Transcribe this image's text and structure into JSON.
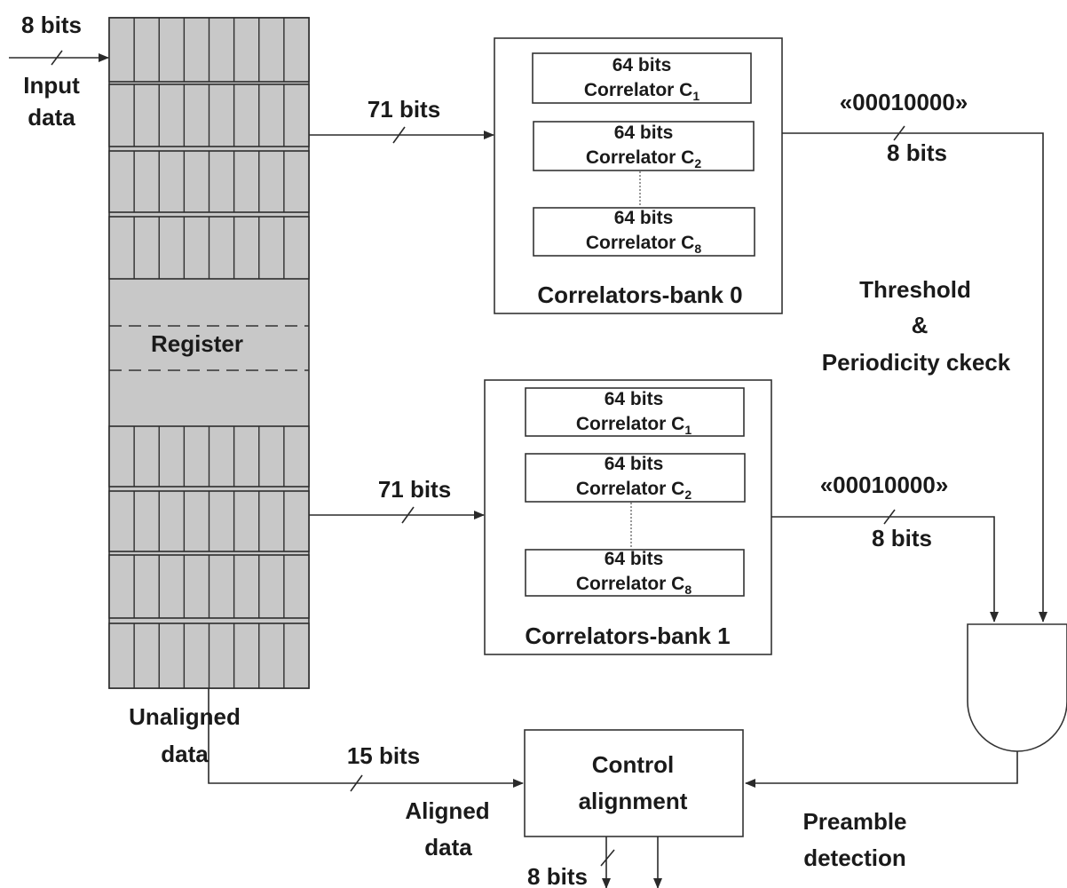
{
  "input": {
    "width": "8 bits",
    "label_line1": "Input",
    "label_line2": "data"
  },
  "register": {
    "label": "Register"
  },
  "bank0": {
    "title": "Correlators-bank 0",
    "input_width": "71 bits",
    "output_pattern": "«00010000»",
    "output_width": "8 bits",
    "correlators": [
      {
        "width": "64 bits",
        "name": "Correlator C",
        "sub": "1"
      },
      {
        "width": "64 bits",
        "name": "Correlator C",
        "sub": "2"
      },
      {
        "width": "64 bits",
        "name": "Correlator C",
        "sub": "8"
      }
    ]
  },
  "bank1": {
    "title": "Correlators-bank 1",
    "input_width": "71 bits",
    "output_pattern": "«00010000»",
    "output_width": "8 bits",
    "correlators": [
      {
        "width": "64 bits",
        "name": "Correlator C",
        "sub": "1"
      },
      {
        "width": "64 bits",
        "name": "Correlator C",
        "sub": "2"
      },
      {
        "width": "64 bits",
        "name": "Correlator C",
        "sub": "8"
      }
    ]
  },
  "threshold": {
    "line1": "Threshold",
    "line2": "&",
    "line3": "Periodicity ckeck"
  },
  "unaligned": {
    "line1": "Unaligned",
    "line2": "data",
    "width": "15 bits"
  },
  "control": {
    "line1": "Control",
    "line2": "alignment"
  },
  "aligned": {
    "line1": "Aligned",
    "line2": "data",
    "width": "8 bits"
  },
  "preamble": {
    "line1": "Preamble",
    "line2": "detection"
  }
}
